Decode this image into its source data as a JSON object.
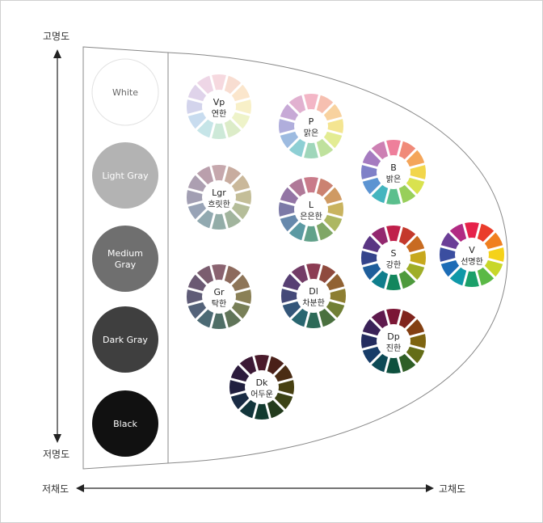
{
  "axes": {
    "top": "고명도",
    "bottom": "저명도",
    "left": "저채도",
    "right": "고채도"
  },
  "neutrals": [
    {
      "label": "White",
      "fill": "#ffffff",
      "text_color": "#666666"
    },
    {
      "label": "Light Gray",
      "fill": "#b3b3b3",
      "text_color": "#ffffff"
    },
    {
      "label": "Medium Gray",
      "fill": "#6f6f6f",
      "text_color": "#ffffff"
    },
    {
      "label": "Dark Gray",
      "fill": "#3f3f3f",
      "text_color": "#ffffff"
    },
    {
      "label": "Black",
      "fill": "#111111",
      "text_color": "#ffffff"
    }
  ],
  "tones": [
    {
      "code": "Vp",
      "name": "연한",
      "colors": [
        "#f6d9df",
        "#f8ddd1",
        "#fbe6cc",
        "#f8f0c8",
        "#eef3c9",
        "#dcecc8",
        "#cde9d8",
        "#c6e5e8",
        "#c8dcef",
        "#d3d4ec",
        "#dfd3ea",
        "#eed6e6"
      ]
    },
    {
      "code": "P",
      "name": "맑은",
      "colors": [
        "#f3b6c6",
        "#f6bfb0",
        "#f8d29f",
        "#f4e591",
        "#e3ec93",
        "#bfe19d",
        "#9fd6ba",
        "#8ecfd4",
        "#9dbbe0",
        "#b0aedc",
        "#c7a9d6",
        "#e1b1d0"
      ]
    },
    {
      "code": "B",
      "name": "밝은",
      "colors": [
        "#ee7f9b",
        "#f08a79",
        "#f4a55a",
        "#f2d64b",
        "#d9e24f",
        "#98cf5b",
        "#5bbf8d",
        "#44b5bf",
        "#5c94d2",
        "#7f80c8",
        "#a57bc0",
        "#cd80b3"
      ]
    },
    {
      "code": "V",
      "name": "선명한",
      "colors": [
        "#e6224a",
        "#ea3c2b",
        "#f07f1f",
        "#f5d21a",
        "#c8d72a",
        "#5ab946",
        "#1ba06a",
        "#0f98a8",
        "#1d6cb6",
        "#3b4ea0",
        "#6b3e97",
        "#b12a83"
      ]
    },
    {
      "code": "Lgr",
      "name": "흐릿한",
      "colors": [
        "#c6a8ad",
        "#c8ac9f",
        "#cab89a",
        "#c4be98",
        "#b5bd99",
        "#a1b49d",
        "#93ada8",
        "#91a9b0",
        "#98a3b6",
        "#a29fb3",
        "#ac9fb1",
        "#ba9fac"
      ]
    },
    {
      "code": "L",
      "name": "은은한",
      "colors": [
        "#c97b8a",
        "#cb8271",
        "#cf9a63",
        "#c9b35f",
        "#adb762",
        "#80a766",
        "#62a18a",
        "#5c9aa3",
        "#6789ac",
        "#7c7aa7",
        "#9375a5",
        "#b07998"
      ]
    },
    {
      "code": "S",
      "name": "강한",
      "colors": [
        "#c01f4a",
        "#c4392c",
        "#c86b21",
        "#c7a81d",
        "#9fae28",
        "#4e9a3d",
        "#13865d",
        "#0f7e8c",
        "#1f5e9b",
        "#34448b",
        "#5a3683",
        "#93286f"
      ]
    },
    {
      "code": "Gr",
      "name": "탁한",
      "colors": [
        "#8a6370",
        "#8d6a5d",
        "#8e7558",
        "#8a8056",
        "#787f57",
        "#607459",
        "#4f6e66",
        "#4c6a74",
        "#536279",
        "#5f5c77",
        "#6b5973",
        "#7b5d6f"
      ]
    },
    {
      "code": "Dl",
      "name": "차분한",
      "colors": [
        "#8c3c53",
        "#8f4a3e",
        "#916233",
        "#8d7e31",
        "#707f35",
        "#4a703f",
        "#2d6a58",
        "#296670",
        "#345679",
        "#444978",
        "#573f73",
        "#733d67"
      ]
    },
    {
      "code": "Dp",
      "name": "진한",
      "colors": [
        "#7b1635",
        "#80241d",
        "#833f12",
        "#7e6410",
        "#646d17",
        "#2f5e26",
        "#0e503e",
        "#0d4a56",
        "#173c68",
        "#232c5f",
        "#3a2258",
        "#5e1a4d"
      ]
    },
    {
      "code": "Dk",
      "name": "어두운",
      "colors": [
        "#4a1a2b",
        "#4a2019",
        "#4a2c14",
        "#474012",
        "#3c4316",
        "#233b1d",
        "#123a2f",
        "#12353b",
        "#192b44",
        "#201f3f",
        "#2c1b3c",
        "#3c1935"
      ]
    }
  ]
}
